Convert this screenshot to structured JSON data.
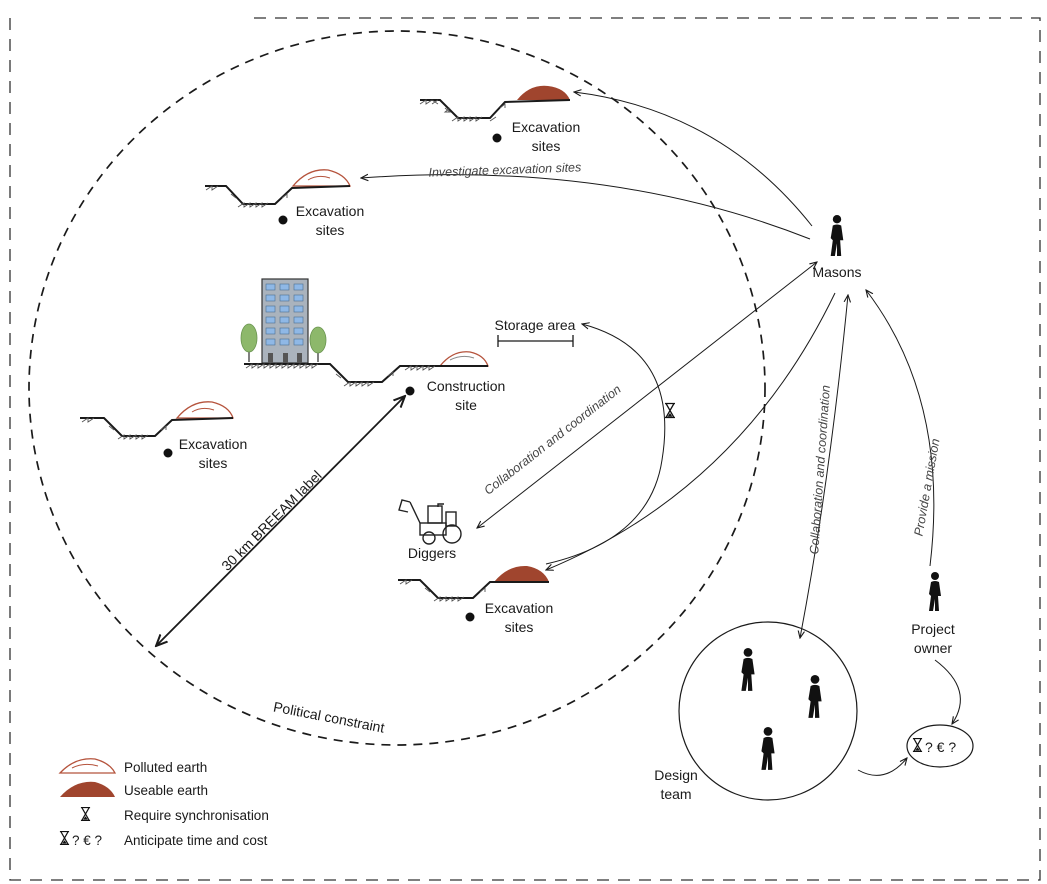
{
  "labels": {
    "masons": "Masons",
    "design_team_1": "Design",
    "design_team_2": "team",
    "project_owner_1": "Project",
    "project_owner_2": "owner",
    "storage_area": "Storage area",
    "construction_site_1": "Construction",
    "construction_site_2": "site",
    "diggers": "Diggers",
    "excavation_sites_1": "Excavation",
    "excavation_sites_2": "sites",
    "breeam": "30 km BREEAM label",
    "political_constraint": "Political constraint"
  },
  "relations": {
    "investigate": "Investigate excavation sites",
    "collab_left": "Collaboration and coordination",
    "collab_right": "Collaboration and coordination",
    "mission": "Provide a mission"
  },
  "anticipate_symbol": "? € ?",
  "legend": {
    "polluted": "Polluted earth",
    "useable": "Useable earth",
    "sync": "Require synchronisation",
    "anticipate": "Anticipate time and cost",
    "anticipate_symbol": "? € ?"
  },
  "colors": {
    "useable_earth": "#a0452e",
    "polluted_outline": "#b5533c",
    "building": "#aab3bd",
    "windows": "#8fb8e6",
    "trees": "#8db86b"
  }
}
